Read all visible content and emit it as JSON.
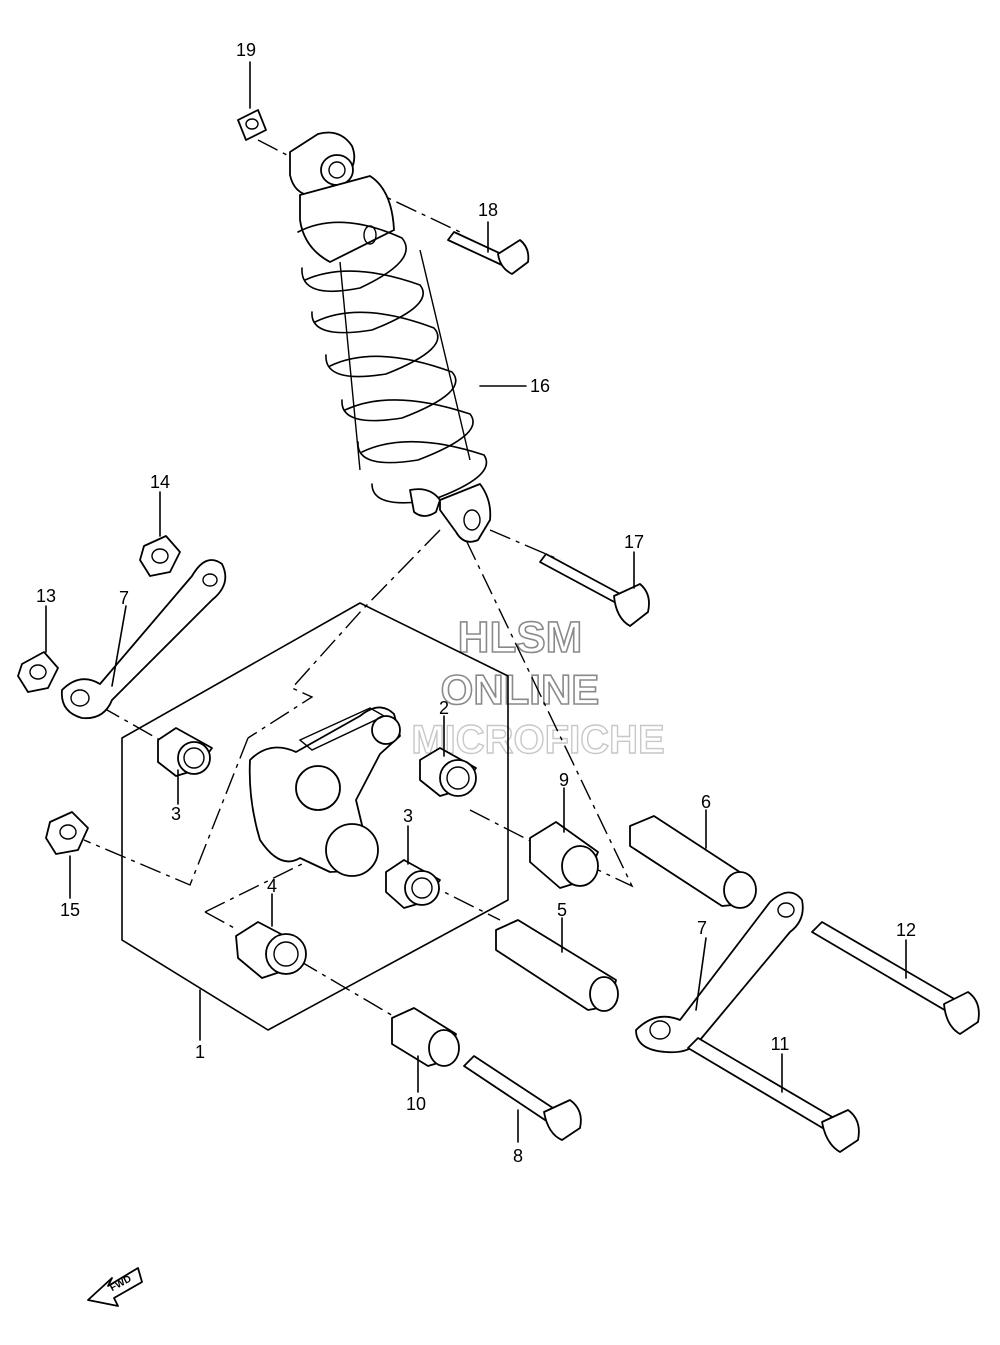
{
  "watermark": {
    "line1": "HLSM",
    "line2": "ONLINE",
    "line3": "MICROFICHE"
  },
  "callouts": {
    "c1": "1",
    "c2": "2",
    "c3a": "3",
    "c3b": "3",
    "c4": "4",
    "c5": "5",
    "c6": "6",
    "c7a": "7",
    "c7b": "7",
    "c8": "8",
    "c9": "9",
    "c10": "10",
    "c11": "11",
    "c12": "12",
    "c13": "13",
    "c14": "14",
    "c15": "15",
    "c16": "16",
    "c17": "17",
    "c18": "18",
    "c19": "19"
  },
  "direction_badge": "FWD"
}
